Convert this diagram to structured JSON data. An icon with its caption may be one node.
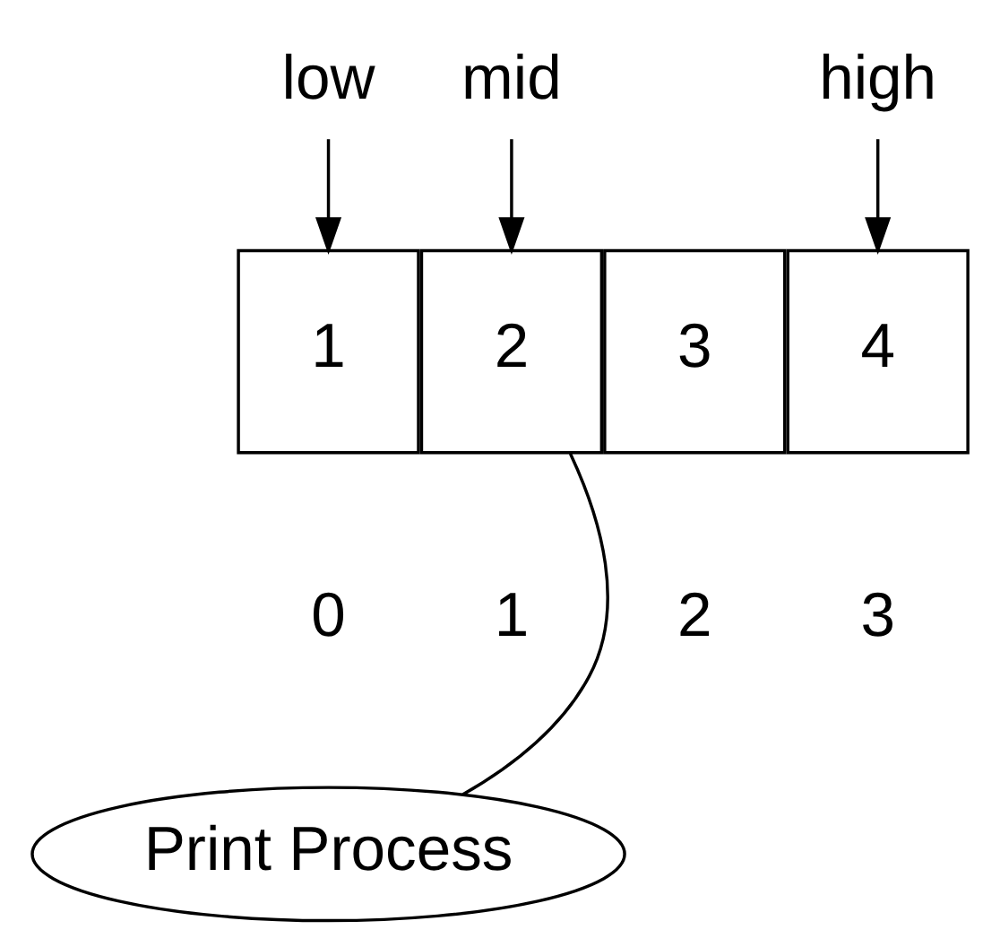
{
  "diagram": {
    "nodes": [
      {
        "text": [
          "low"
        ]
      },
      {
        "text": [
          "mid"
        ]
      },
      {
        "text": [
          "high"
        ]
      },
      {
        "text": [
          "1"
        ]
      },
      {
        "text": [
          "2"
        ]
      },
      {
        "text": [
          "3"
        ]
      },
      {
        "text": [
          "4"
        ]
      },
      {
        "text": [
          "Print Process"
        ]
      }
    ],
    "edges": [
      {
        "from": 0,
        "to": 3,
        "arrow": "to"
      },
      {
        "from": 1,
        "to": 4,
        "arrow": "to"
      },
      {
        "from": 2,
        "to": 6,
        "arrow": "to"
      },
      {
        "from": 7,
        "to": 4,
        "arrow": "none"
      }
    ],
    "labels": [
      "0",
      "1",
      "2",
      "3"
    ]
  }
}
